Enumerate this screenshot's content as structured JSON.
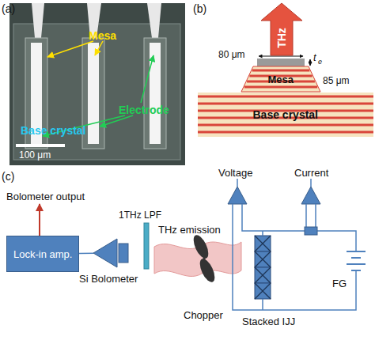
{
  "diagram": {
    "nodes": [
      {
        "text": [
          "THz"
        ]
      },
      {
        "text": [
          "Mesa"
        ]
      },
      {
        "text": [
          "Base crystal"
        ]
      },
      {
        "text": [
          "Lock-in amp."
        ]
      },
      {
        "text": [
          "Si Bolometer"
        ]
      }
    ],
    "edges": [
      {
        "from": 4,
        "to": 3,
        "arrow": "none"
      }
    ],
    "labels": [
      "(a)",
      "Mesa",
      "Base crystal",
      "Electrode",
      "100 μm",
      "(b)",
      "80 μm",
      "t",
      "e",
      "85 μm",
      "(c)",
      "Bolometer output",
      "1THz LPF",
      "THz emission",
      "Voltage",
      "Current",
      "Chopper",
      "Stacked IJJ",
      "FG"
    ]
  }
}
